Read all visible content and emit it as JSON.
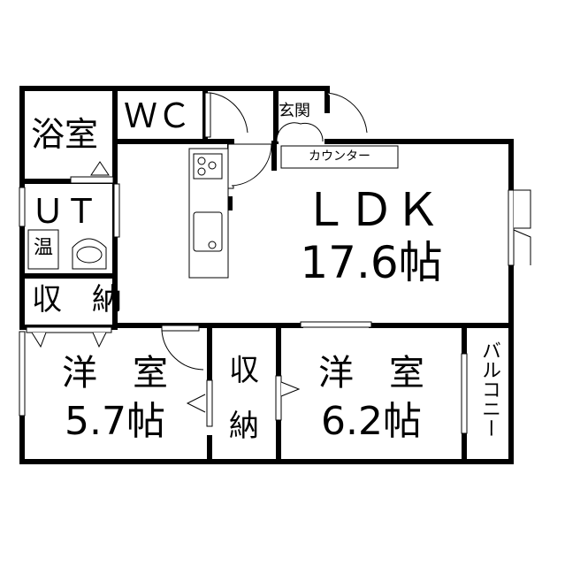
{
  "rooms": {
    "bath": "浴室",
    "wc": "ＷＣ",
    "entrance": "玄関",
    "counter": "カウンター",
    "ut": "ＵＴ",
    "water_heater": "温",
    "storage_left": "収　納",
    "ldk_name": "ＬＤＫ",
    "ldk_size": "17.6帖",
    "bedroom1_name": "洋　室",
    "bedroom1_size": "5.7帖",
    "storage_mid_1": "収",
    "storage_mid_2": "納",
    "bedroom2_name": "洋　室",
    "bedroom2_size": "6.2帖",
    "balcony": "バルコニー"
  }
}
